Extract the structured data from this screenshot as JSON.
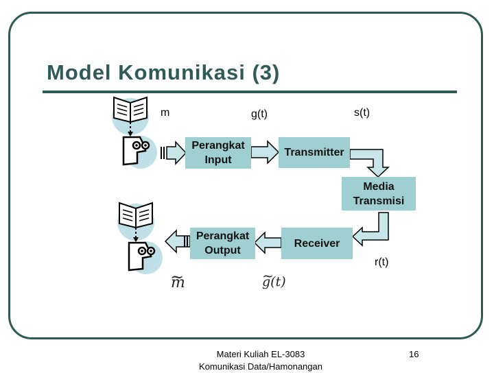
{
  "title": "Model Komunikasi (3)",
  "signals": {
    "m": "m",
    "g": "g(t)",
    "s": "s(t)",
    "r": "r(t)",
    "m_hat": "m",
    "g_hat": "g(t)",
    "hat_mark": "~"
  },
  "blocks": {
    "input_device": [
      "Perangkat",
      "Input"
    ],
    "transmitter": "Transmitter",
    "media": [
      "Media",
      "Transmisi"
    ],
    "receiver": "Receiver",
    "output_device": [
      "Perangkat",
      "Output"
    ]
  },
  "icons": [
    "book-reader-icon",
    "book-reader-icon"
  ],
  "footer": {
    "line1": "Materi Kuliah EL-3083",
    "line2": "Komunikasi Data/Hamonangan",
    "page_number": "16"
  },
  "colors": {
    "frame": "#2e5a54",
    "title": "#2f5a57",
    "block_fill": "#9fcfd1",
    "arrow_fill": "#c8e6ea"
  }
}
